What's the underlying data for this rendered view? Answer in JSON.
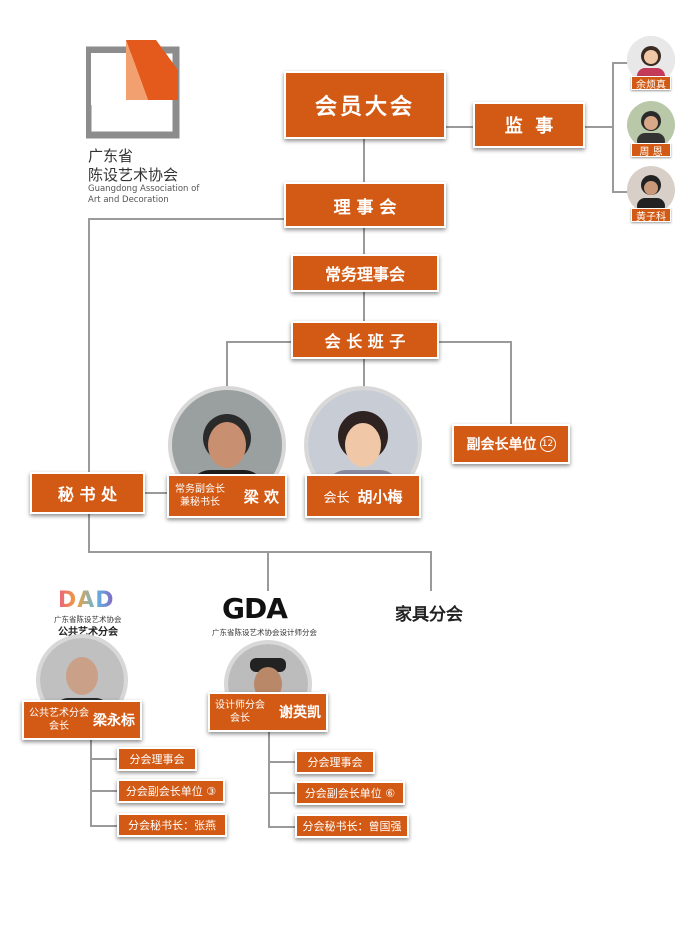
{
  "logo": {
    "line1": "广东省",
    "line2": "陈设艺术协会",
    "en1": "Guangdong Association of",
    "en2": "Art and Decoration"
  },
  "nodes": {
    "general_assembly": "会员大会",
    "supervisor": "监  事",
    "council": "理 事 会",
    "standing_council": "常务理事会",
    "presidium": "会 长 班 子",
    "vp_units": "副会长单位",
    "vp_units_count": "12",
    "secretariat": "秘 书 处",
    "furniture_branch": "家具分会"
  },
  "supervisors": [
    {
      "name": "余烦真"
    },
    {
      "name": "周 恩"
    },
    {
      "name": "黄子科"
    }
  ],
  "exec_vp": {
    "title1": "常务副会长",
    "title2": "兼秘书长",
    "name": "梁 欢"
  },
  "president": {
    "title": "会长",
    "name": "胡小梅"
  },
  "dad": {
    "logo": "DAD",
    "sub1": "广东省陈设艺术协会",
    "sub2": "公共艺术分会",
    "head_title1": "公共艺术分会",
    "head_title2": "会长",
    "head_name": "梁永标",
    "items": [
      "分会理事会",
      "分会副会长单位 ③",
      "分会秘书长：张燕"
    ]
  },
  "gda": {
    "logo": "GDA",
    "sub": "广东省陈设艺术协会设计师分会",
    "head_title1": "设计师分会",
    "head_title2": "会长",
    "head_name": "谢英凯",
    "items": [
      "分会理事会",
      "分会副会长单位 ⑥",
      "分会秘书长：曾国强"
    ]
  },
  "colors": {
    "accent": "#d35a14",
    "line": "#9a9a9a"
  }
}
